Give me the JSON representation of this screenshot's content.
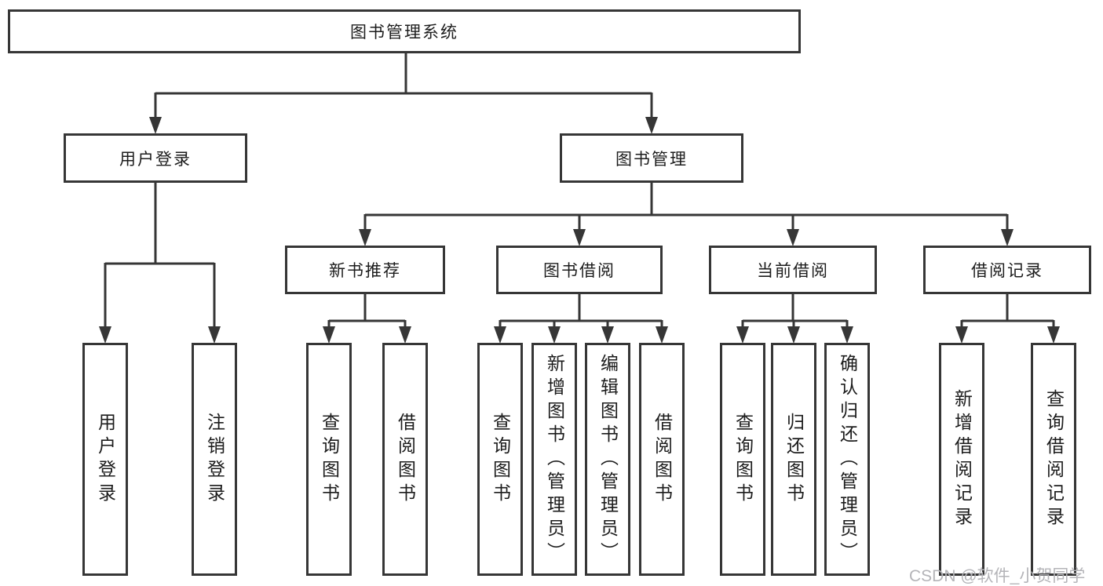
{
  "diagram_title": "图书管理系统",
  "colors": {
    "line": "#363636",
    "border": "#363636",
    "text": "#1c1c1c",
    "box_background": "#ffffff",
    "page_background": "#ffffff",
    "watermark": "#b4b4b8"
  },
  "nodes": {
    "root": "图书管理系统",
    "level2": {
      "user_login": "用户登录",
      "book_mgmt": "图书管理"
    },
    "level3": {
      "new_book_rec": "新书推荐",
      "book_borrow": "图书借阅",
      "current_borrow": "当前借阅",
      "borrow_records": "借阅记录"
    },
    "leaves": {
      "user_login_1": "用户登录",
      "user_login_2": "注销登录",
      "nbr_1": "查询图书",
      "nbr_2": "借阅图书",
      "bb_1": "查询图书",
      "bb_2": "新增图书（管理员）",
      "bb_3": "编辑图书（管理员）",
      "bb_4": "借阅图书",
      "cb_1": "查询图书",
      "cb_2": "归还图书",
      "cb_3": "确认归还（管理员）",
      "br_1": "新增借阅记录",
      "br_2": "查询借阅记录"
    }
  },
  "watermark": "CSDN @软件_小贺同学"
}
